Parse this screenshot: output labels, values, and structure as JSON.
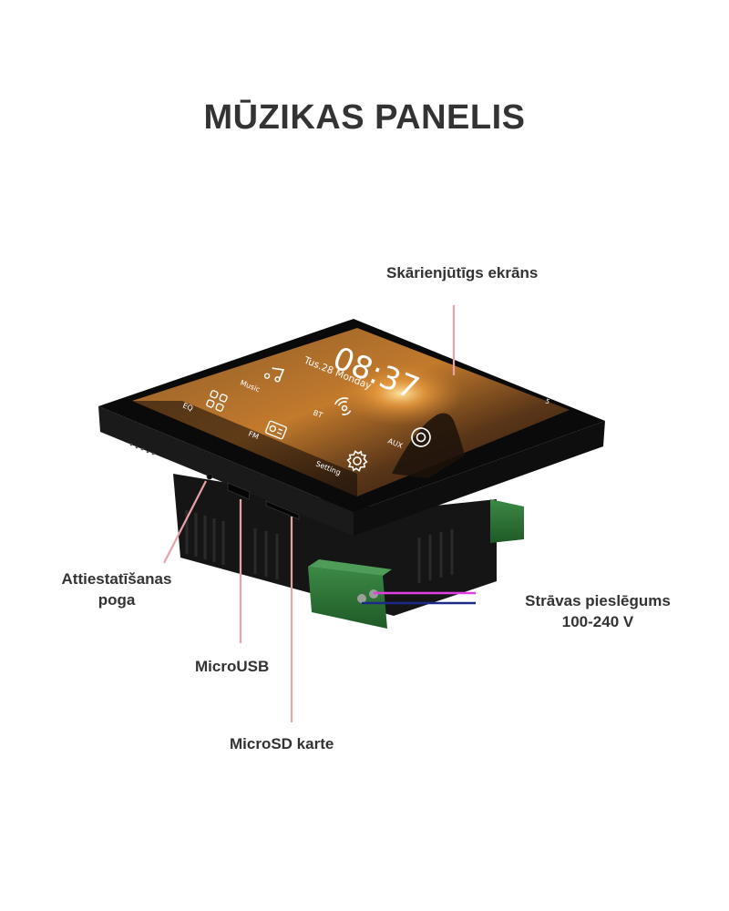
{
  "title": "MŪZIKAS PANELIS",
  "labels": {
    "touchscreen": "Skārienjūtīgs ekrāns",
    "reset_button": [
      "Attiestatīšanas",
      "poga"
    ],
    "microusb": "MicroUSB",
    "microsd": "MicroSD karte",
    "power": [
      "Strāvas pieslēgums",
      "100-240 V"
    ]
  },
  "screen": {
    "time": "08:37",
    "date": "Tus.28 Monday",
    "status": "5",
    "apps": [
      {
        "label": "Music",
        "icon": "music-note-icon"
      },
      {
        "label": "EQ",
        "icon": "eq-icon"
      },
      {
        "label": "BT",
        "icon": "bluetooth-icon"
      },
      {
        "label": "FM",
        "icon": "radio-icon"
      },
      {
        "label": "AUX",
        "icon": "aux-icon"
      },
      {
        "label": "Setting",
        "icon": "gear-icon"
      }
    ]
  },
  "colors": {
    "callout_line": "#e8a3a8",
    "live_wire": "#e040e0",
    "neutral_wire": "#1a2a8a",
    "terminal": "#2f7a3a",
    "title_text": "#333333"
  }
}
